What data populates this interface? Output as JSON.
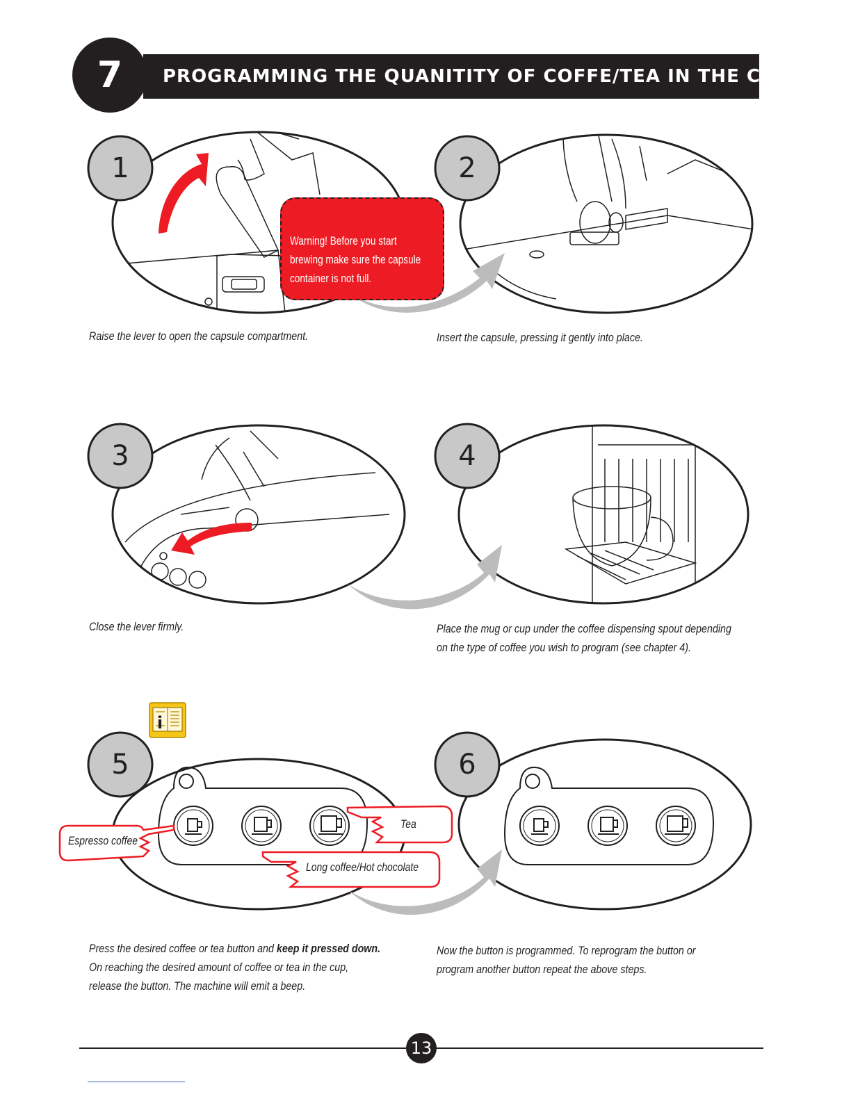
{
  "chapter": {
    "number": "7",
    "title": "PROGRAMMING THE QUANITITY OF COFFE/TEA IN THE CUP"
  },
  "steps": [
    {
      "number": "1",
      "caption": "Raise the lever to open the capsule compartment."
    },
    {
      "number": "2",
      "caption": "Insert the capsule, pressing it gently into place."
    },
    {
      "number": "3",
      "caption": "Close the lever firmly."
    },
    {
      "number": "4",
      "caption_lines": [
        "Place the mug or cup under the coffee dispensing spout depending",
        "on the type of coffee you wish to program (see chapter 4)."
      ]
    },
    {
      "number": "5",
      "caption_lines": [
        "Press the desired coffee or tea button and ",
        "keep it pressed down.",
        "On reaching the desired amount of coffee or tea in the cup,",
        "release the button. The machine will emit a beep."
      ]
    },
    {
      "number": "6",
      "caption_lines": [
        "Now the button is programmed. To reprogram the button or",
        "program another button repeat the above steps."
      ]
    }
  ],
  "warning": {
    "icon": "warning-triangle-icon",
    "lines": [
      "Warning! Before you start",
      "brewing make sure the capsule",
      "container is not full."
    ]
  },
  "button_labels": {
    "espresso": "Espresso coffee",
    "tea": "Tea",
    "long": "Long coffee/Hot chocolate"
  },
  "info_icon": "info-book-icon",
  "page_number": "13",
  "colors": {
    "dark": "#231f20",
    "red": "#ed1c24",
    "grey_circle": "#c8c8c8",
    "arrow_grey": "#bcbcbc",
    "info_yellow": "#f5c518"
  }
}
